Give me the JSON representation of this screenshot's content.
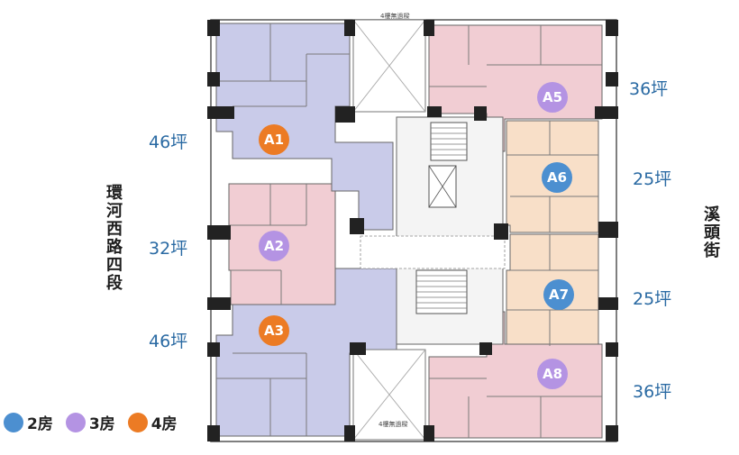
{
  "roads": {
    "left": "環河西路四段",
    "right": "溪頭街"
  },
  "corridor_notes": {
    "top": "4樓無過樑",
    "bottom": "4樓無過樑"
  },
  "units": [
    {
      "id": "A1",
      "size": "46坪",
      "rooms": "4房"
    },
    {
      "id": "A2",
      "size": "32坪",
      "rooms": "3房"
    },
    {
      "id": "A3",
      "size": "46坪",
      "rooms": "4房"
    },
    {
      "id": "A5",
      "size": "36坪",
      "rooms": "3房"
    },
    {
      "id": "A6",
      "size": "25坪",
      "rooms": "2房"
    },
    {
      "id": "A7",
      "size": "25坪",
      "rooms": "2房"
    },
    {
      "id": "A8",
      "size": "36坪",
      "rooms": "3房"
    }
  ],
  "legend": [
    {
      "label": "2房",
      "color": "#4c8fd0"
    },
    {
      "label": "3房",
      "color": "#b493e3"
    },
    {
      "label": "4房",
      "color": "#ec7b24"
    }
  ],
  "colors": {
    "unit_4room": "#c9cbe9",
    "unit_3room": "#f1cdd3",
    "unit_2room": "#f8dfc8",
    "wall": "#222222",
    "size_text": "#2a6aa3"
  }
}
